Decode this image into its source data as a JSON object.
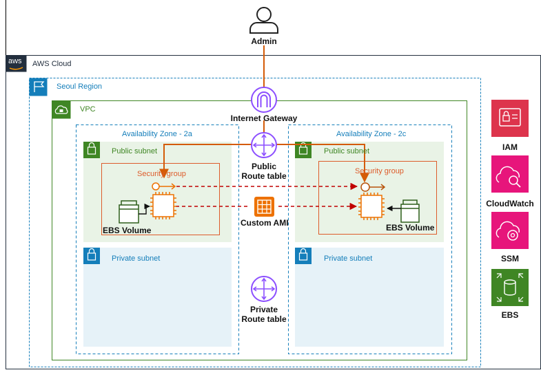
{
  "admin": {
    "label": "Admin",
    "icon": "user-icon"
  },
  "cloud": {
    "label": "AWS Cloud",
    "logo_text": "aws",
    "icon": "aws-logo-icon"
  },
  "region": {
    "label": "Seoul Region",
    "icon": "region-flag-icon"
  },
  "vpc": {
    "label": "VPC",
    "icon": "vpc-cloud-lock-icon"
  },
  "internet_gateway": {
    "label": "Internet Gateway",
    "icon": "internet-gateway-icon"
  },
  "public_route_table": {
    "line1": "Public",
    "line2": "Route table",
    "icon": "route-table-icon"
  },
  "private_route_table": {
    "line1": "Private",
    "line2": "Route table",
    "icon": "route-table-icon"
  },
  "custom_ami": {
    "label": "Custom AMI",
    "icon": "ami-icon"
  },
  "az_a": {
    "label": "Availability Zone - 2a",
    "public_subnet": "Public subnet",
    "private_subnet": "Private subnet",
    "security_group": "Security group",
    "ebs_volume": "EBS Volume"
  },
  "az_c": {
    "label": "Availability Zone - 2c",
    "public_subnet": "Public subnet",
    "private_subnet": "Private subnet",
    "security_group": "Security group",
    "ebs_volume": "EBS Volume"
  },
  "services": [
    {
      "label": "IAM",
      "icon": "iam-icon",
      "color": "#dd344c"
    },
    {
      "label": "CloudWatch",
      "icon": "cloudwatch-icon",
      "color": "#e7157b"
    },
    {
      "label": "SSM",
      "icon": "ssm-icon",
      "color": "#e7157b"
    },
    {
      "label": "EBS",
      "icon": "ebs-icon",
      "color": "#3f8624"
    }
  ],
  "colors": {
    "aws_dark": "#232f3e",
    "region_blue": "#147eba",
    "vpc_green": "#3f8624",
    "public_subnet_bg": "#e9f3e6",
    "private_subnet_bg": "#e6f2f8",
    "security_group": "#dd5b2a",
    "flow_orange": "#d45b07",
    "purple": "#8c4fff",
    "compute_orange": "#ed7100",
    "dashed_red": "#d0021b"
  }
}
